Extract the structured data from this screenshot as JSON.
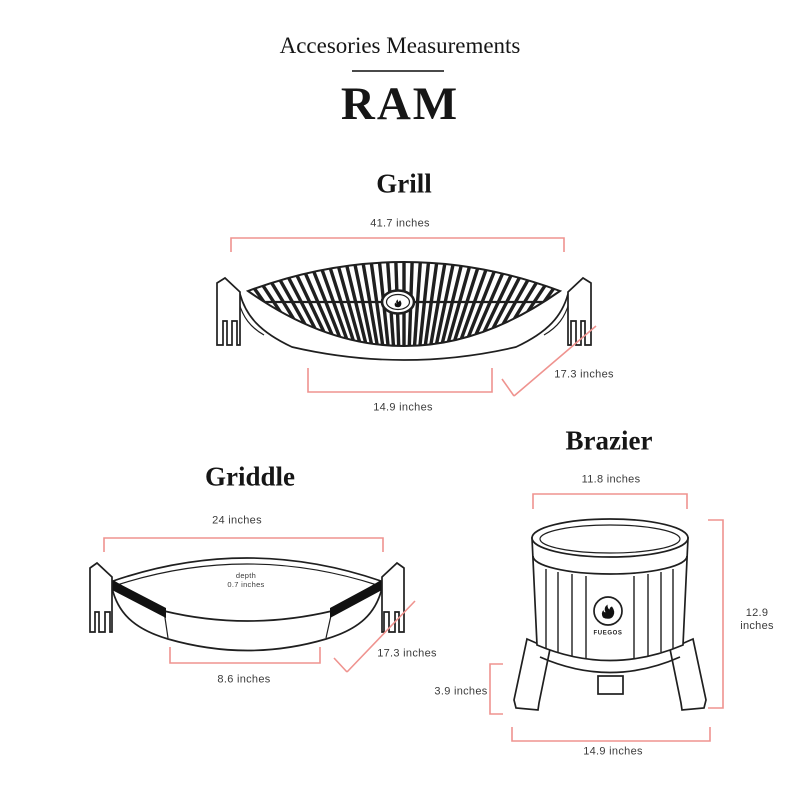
{
  "header": {
    "title": "Accesories Measurements",
    "product_name": "RAM"
  },
  "colors": {
    "dimension_line": "#ef938f",
    "line_art": "#1f1f1f"
  },
  "sections": {
    "grill": {
      "title": "Grill",
      "top_width": "41.7 inches",
      "side_depth": "17.3 inches",
      "front_width": "14.9 inches"
    },
    "griddle": {
      "title": "Griddle",
      "top_width": "24 inches",
      "depth_label_line1": "depth",
      "depth_label_line2": "0.7 inches",
      "side_depth": "17.3 inches",
      "front_width": "8.6 inches"
    },
    "brazier": {
      "title": "Brazier",
      "top_width": "11.8 inches",
      "height_line1": "12.9",
      "height_line2": "inches",
      "leg_height": "3.9 inches",
      "base_width": "14.9 inches",
      "logo_text": "FUEGOS"
    }
  }
}
